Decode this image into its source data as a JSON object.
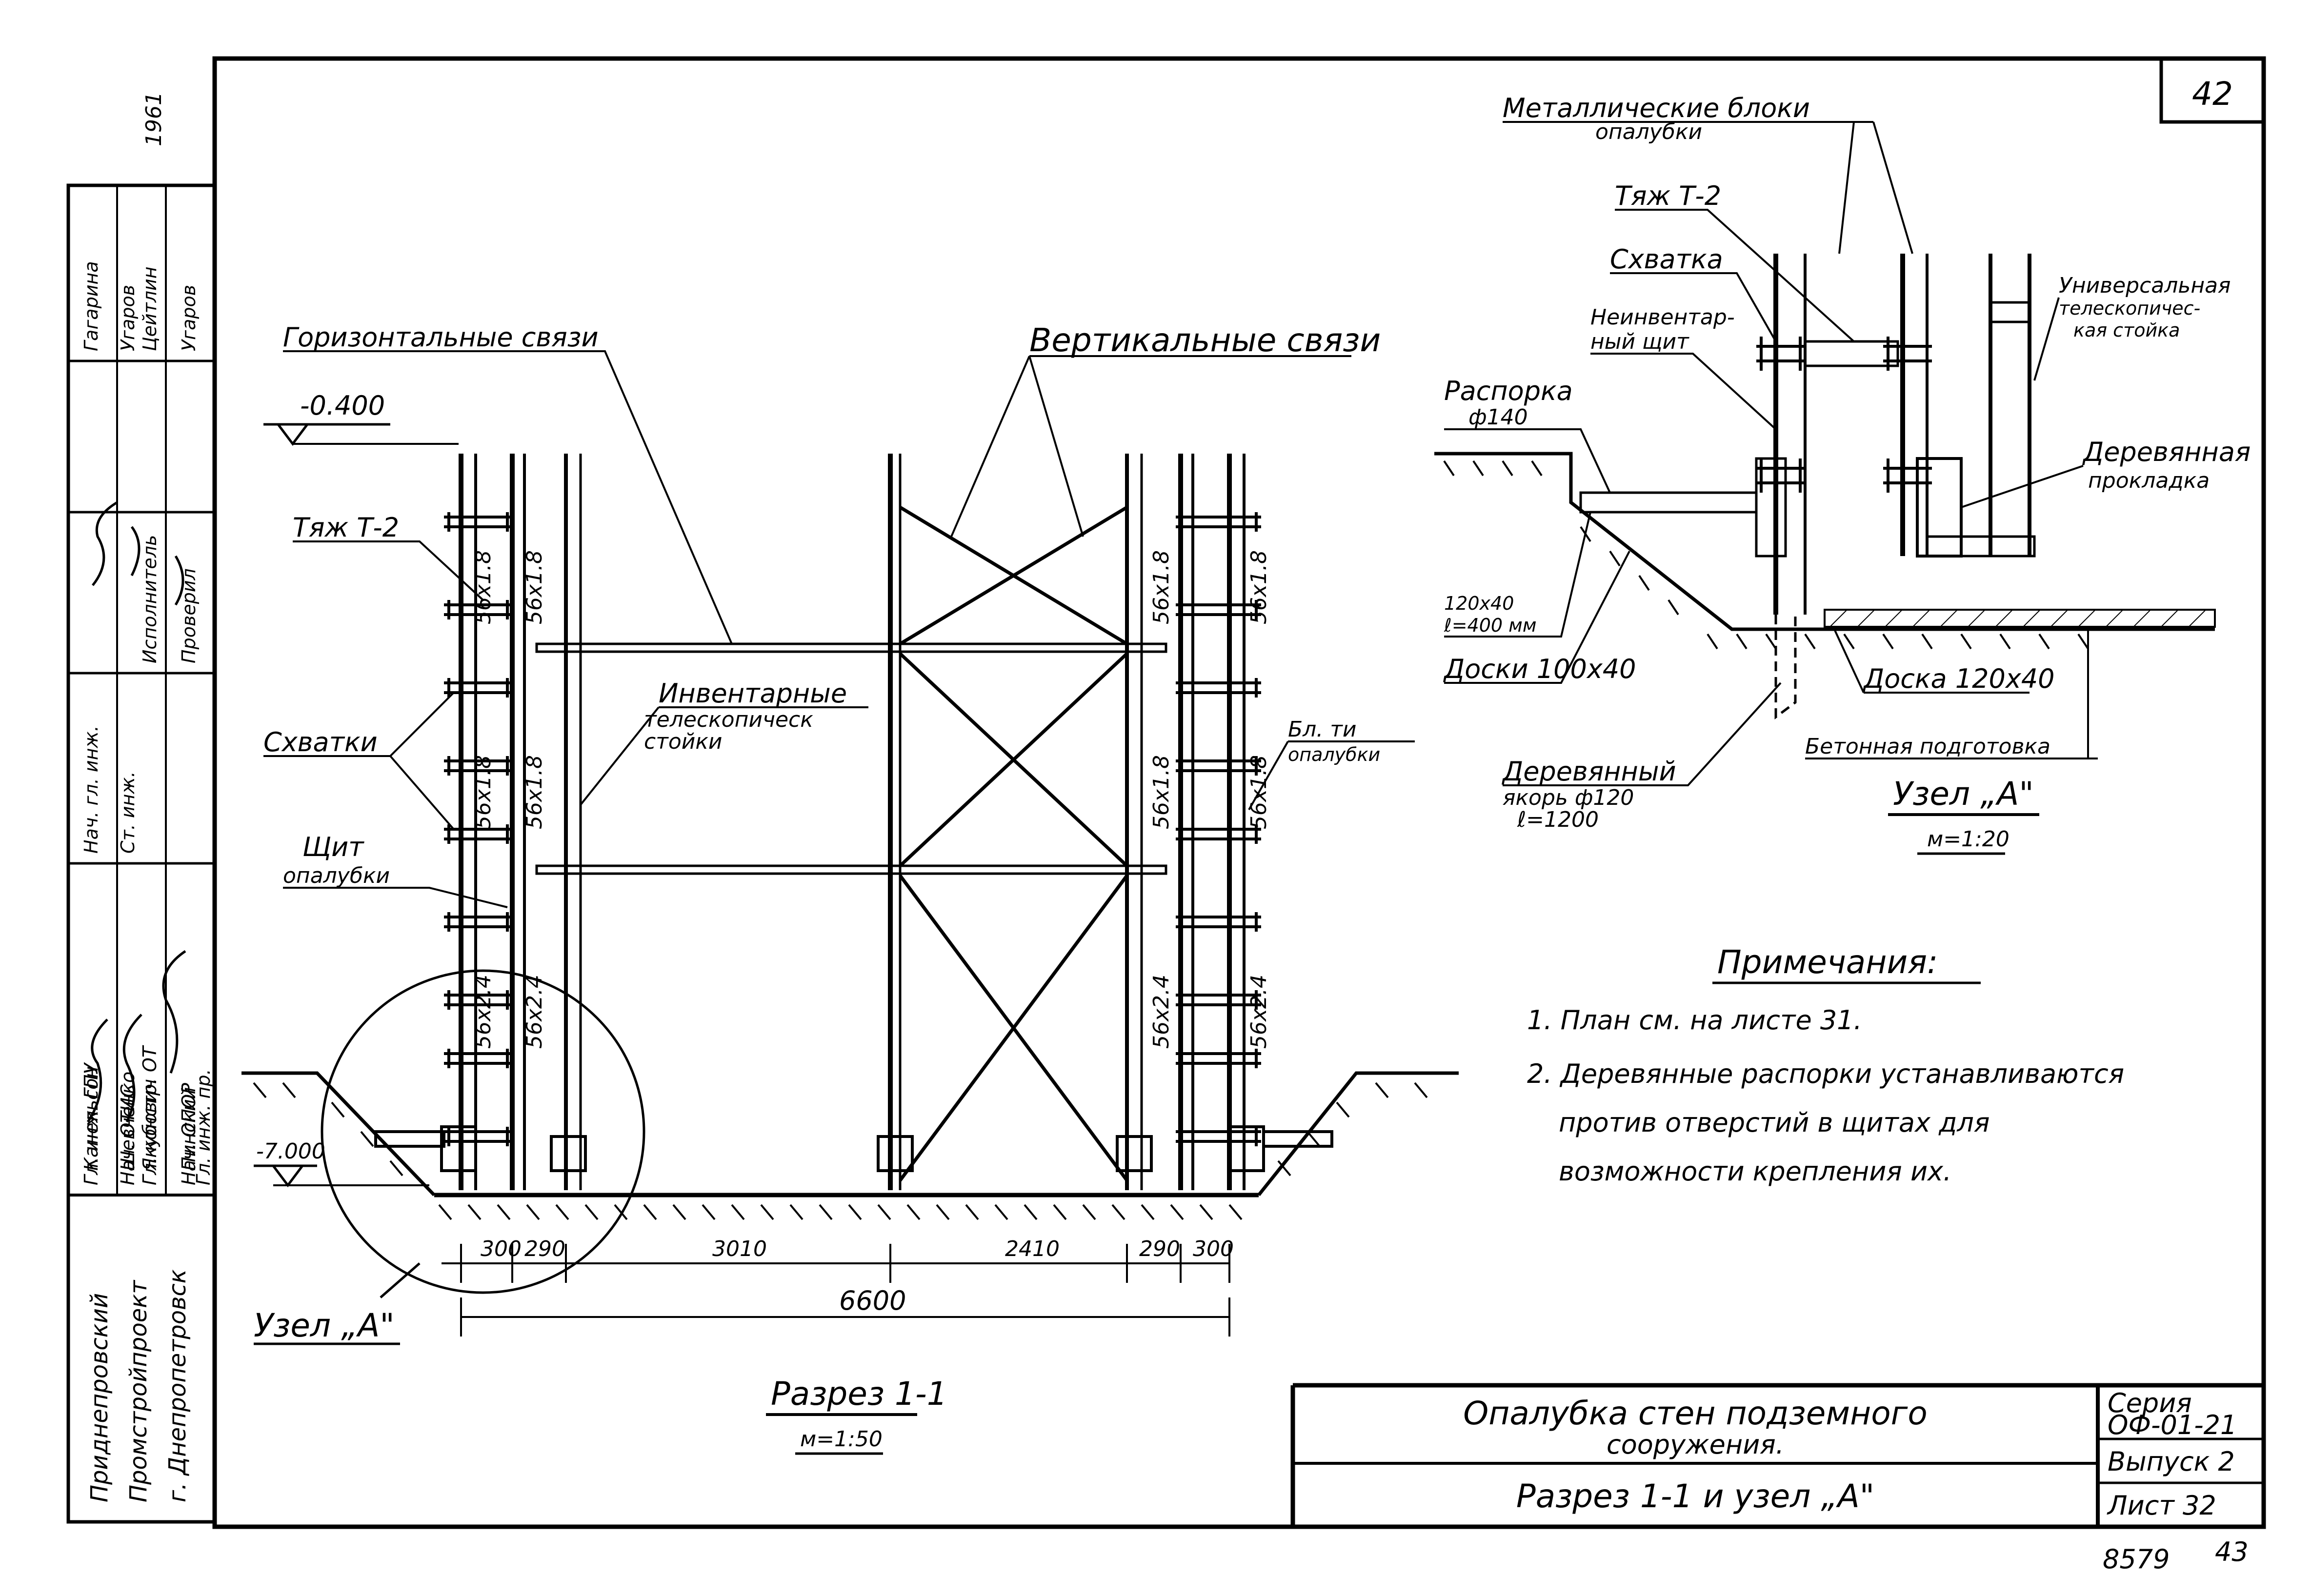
{
  "sheet": {
    "number": "42",
    "corner_mark": "1961",
    "archive_number": "8579",
    "page_mark": "43"
  },
  "title_block": {
    "title_line1": "Опалубка стен подземного",
    "title_line2": "сооружения.",
    "subtitle": "Разрез 1-1 и узел „А\"",
    "series_label": "Серия",
    "series_value": "ОФ-01-21",
    "issue": "Выпуск 2",
    "sheet_no": "Лист 32"
  },
  "side_stamp": {
    "org": [
      "Приднепровский",
      "Промстройпроект",
      "г. Днепропетровск"
    ],
    "roles": [
      "Гл. инж. ГПУ",
      "Нач. ОТИС",
      "Гл. констр. ОТ",
      "Нач. ОПОР",
      "Гл. инж. пр.",
      "Нач. гл. инж.",
      "Ст. инж.",
      "Исполнитель",
      "Проверил"
    ],
    "names": [
      "Гагарина",
      "Угаров",
      "Цейтлин",
      "Угаров",
      "Канельсон",
      "Шевченко",
      "Якубович",
      "Пинский"
    ]
  },
  "section": {
    "title": "Разрез 1-1",
    "scale": "м=1:50",
    "horizontal_ties": "Горизонтальные связи",
    "vertical_ties": "Вертикальные связи",
    "elev_top": "-0.400",
    "elev_bottom": "-7.000",
    "tie_rod": "Тяж Т-2",
    "clamps": "Схватки",
    "shield_1": "Щит",
    "shield_2": "опалубки",
    "inventory_1": "Инвентарные",
    "inventory_2": "телескопическ",
    "inventory_3": "стойки",
    "blocks_1": "Бл. ти",
    "blocks_2": "опалубки",
    "node_label": "Узел „А\"",
    "profiles": [
      "56x1.8",
      "56x1.8",
      "56x2.4"
    ],
    "dims": [
      "300",
      "290",
      "3010",
      "2410",
      "290",
      "300"
    ],
    "total_dim": "6600"
  },
  "node": {
    "metal_blocks_1": "Металлические блоки",
    "metal_blocks_2": "опалубки",
    "tie_rod": "Тяж Т-2",
    "clamp": "Схватка",
    "non_inv_1": "Неинвентар-",
    "non_inv_2": "ный щит",
    "universal_1": "Универсальная",
    "universal_2": "телескопичес-",
    "universal_3": "кая стойка",
    "strut_1": "Распорка",
    "strut_2": "ф140",
    "wood_pad_1": "Деревянная",
    "wood_pad_2": "прокладка",
    "board_size_1": "120x40",
    "board_size_2": "ℓ=400 мм",
    "boards": "Доски 100х40",
    "board": "Доска 120х40",
    "concrete": "Бетонная подготовка",
    "anchor_1": "Деревянный",
    "anchor_2": "якорь ф120",
    "anchor_3": "ℓ=1200",
    "title": "Узел „А\"",
    "scale": "м=1:20"
  },
  "notes": {
    "heading": "Примечания:",
    "items": [
      "1. План см. на листе 31.",
      "2. Деревянные распорки устанавливаются",
      "против отверстий в щитах для",
      "возможности крепления их."
    ]
  }
}
